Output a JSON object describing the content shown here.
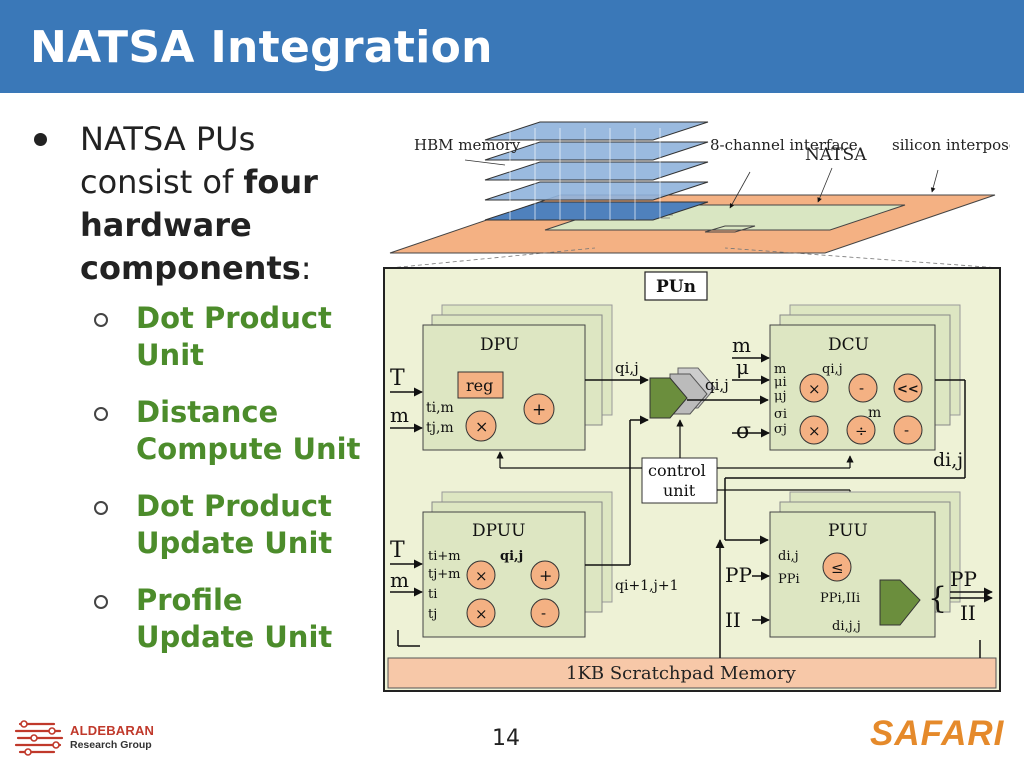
{
  "slide": {
    "title": "NATSA Integration",
    "page_number": "14"
  },
  "bullets": {
    "main": {
      "prefix": "NATSA PUs consist of ",
      "bold": "four hardware components",
      "suffix": ":"
    },
    "sub_items": [
      "Dot Product Unit",
      "Distance Compute Unit",
      "Dot Product Update Unit",
      "Profile Update Unit"
    ]
  },
  "diagram": {
    "stack_labels": {
      "hbm": "HBM memory",
      "channel": "8-channel interface",
      "natsa": "NATSA",
      "interposer": "silicon interposer"
    },
    "pu_label": "PUn",
    "units": {
      "dpu": "DPU",
      "dcu": "DCU",
      "dpuu": "DPUU",
      "puu": "PUU",
      "control": "control unit",
      "scratchpad": "1KB Scratchpad Memory"
    },
    "ops": {
      "reg": "reg",
      "plus": "+",
      "times": "×",
      "minus": "-",
      "shift": "<<",
      "divide": "÷",
      "leq": "≤"
    },
    "signals": {
      "T": "T",
      "m": "m",
      "mu": "μ",
      "sigma": "σ",
      "PP": "PP",
      "II": "II",
      "qij": "qi,j",
      "qi1j1": "qi+1,j+1",
      "dij": "di,j",
      "tim": "ti,m",
      "tjm": "tj,m",
      "ti1m": "ti+m",
      "tj1m": "tj+m",
      "ti": "ti",
      "tj": "tj",
      "mui": "μi",
      "muj": "μj",
      "sigmai": "σi",
      "sigmaj": "σj",
      "PPi": "PPi",
      "PPiIIi": "PPi,IIi",
      "dijj": "di,j,j"
    }
  },
  "logos": {
    "left_name": "ALDEBARAN",
    "left_sub": "Research Group",
    "right": "SAFARI"
  },
  "colors": {
    "header": "#3a78b8",
    "sub_bullets": "#4c8c2b",
    "diagram_bg": "#eef2d6",
    "unit_fill": "#dde6c2",
    "op_fill": "#f4b183",
    "scratchpad": "#f7c8a8",
    "safari": "#e58a2b"
  }
}
